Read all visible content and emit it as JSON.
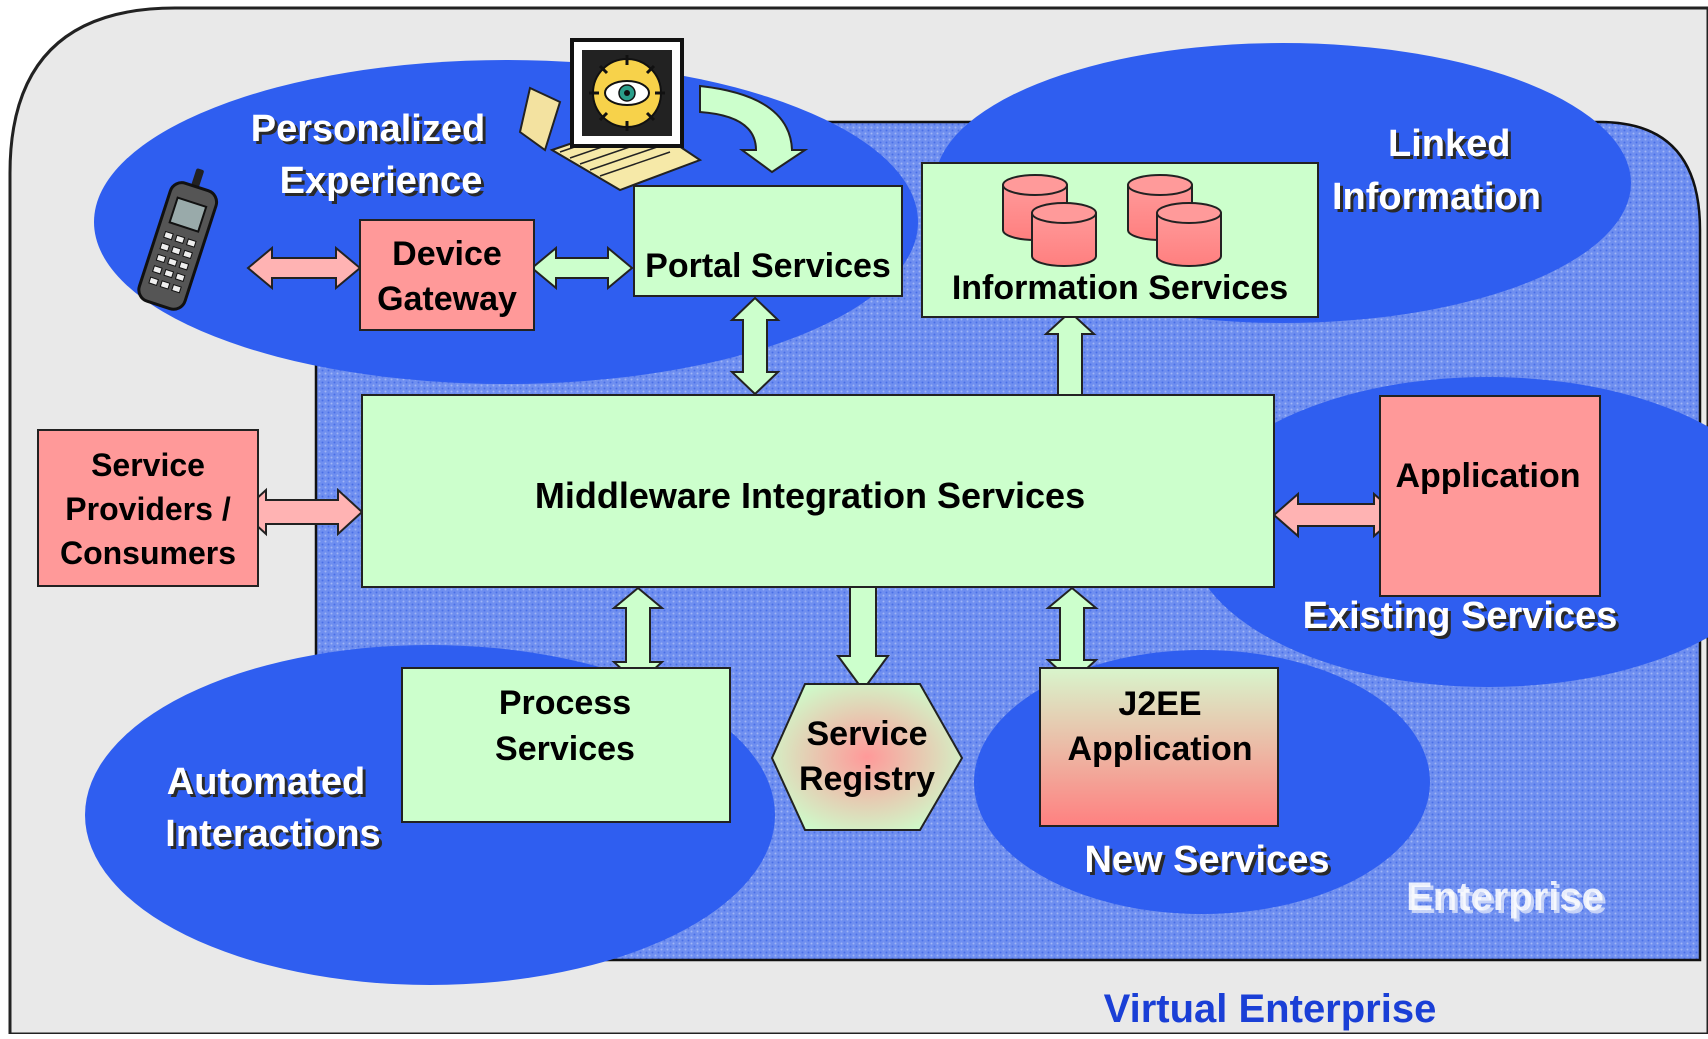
{
  "labels": {
    "personalized_1": "Personalized",
    "personalized_2": "Experience",
    "linked_1": "Linked",
    "linked_2": "Information",
    "existing": "Existing  Services",
    "automated_1": "Automated",
    "automated_2": "Interactions",
    "new_services": "New Services",
    "enterprise": "Enterprise",
    "virtual_enterprise": "Virtual Enterprise"
  },
  "boxes": {
    "device_gateway_1": "Device",
    "device_gateway_2": "Gateway",
    "portal": "Portal Services",
    "information": "Information Services",
    "middleware": "Middleware Integration Services",
    "provider_1": "Service",
    "provider_2": "Providers /",
    "provider_3": "Consumers",
    "application": "Application",
    "process_1": "Process",
    "process_2": "Services",
    "registry_1": "Service",
    "registry_2": "Registry",
    "j2ee_1": "J2EE",
    "j2ee_2": "Application"
  },
  "icons": [
    "mobile-phone-icon",
    "computer-monitor-icon",
    "database-icon"
  ],
  "colors": {
    "outer_panel": "#e9e9e9",
    "enterprise_panel": "#3a67e6",
    "ellipse": "#2f5ef0",
    "service_box": "#ccffcc",
    "external_box": "#ff9999",
    "virtual_label": "#1a3fd6"
  }
}
